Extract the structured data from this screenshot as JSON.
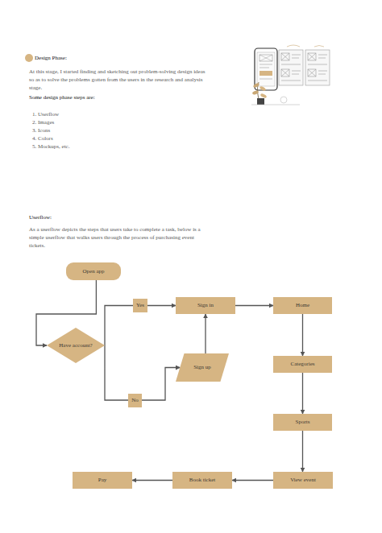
{
  "diagram": {
    "nodes": [
      {
        "text": [
          "Open app"
        ]
      },
      {
        "text": [
          "Have account?"
        ]
      },
      {
        "text": [
          "Sign in"
        ]
      },
      {
        "text": [
          "Sign up"
        ]
      },
      {
        "text": [
          "Home"
        ]
      },
      {
        "text": [
          "Categories"
        ]
      },
      {
        "text": [
          "Sports"
        ]
      },
      {
        "text": [
          "View event"
        ]
      },
      {
        "text": [
          "Book ticket"
        ]
      },
      {
        "text": [
          "Pay"
        ]
      }
    ],
    "edges": [
      {
        "from": 0,
        "to": 1,
        "arrow": "to"
      },
      {
        "from": 1,
        "to": 2,
        "label": "Yes",
        "arrow": "to"
      },
      {
        "from": 1,
        "to": 3,
        "label": "No",
        "arrow": "to"
      },
      {
        "from": 3,
        "to": 2,
        "arrow": "to"
      },
      {
        "from": 2,
        "to": 4,
        "arrow": "to"
      },
      {
        "from": 4,
        "to": 5,
        "arrow": "to"
      },
      {
        "from": 5,
        "to": 6,
        "arrow": "to"
      },
      {
        "from": 6,
        "to": 7,
        "arrow": "to"
      },
      {
        "from": 7,
        "to": 8,
        "arrow": "to"
      },
      {
        "from": 8,
        "to": 9,
        "arrow": "to"
      }
    ],
    "labels": [
      "Design Phase:",
      "At this stage, I started finding and sketching out problem-solving design ideas so as to solve the problems gotten from the users in the research and analysis stage.",
      "Some design phase steps are:",
      "1. Userflow",
      "2. Images",
      "3. Icons",
      "4. Colors",
      "5. Mockups, etc.",
      "Userflow:",
      "As a userflow depicts the steps that users take to complete a task, below is a simple userflow that walks users through the process of purchasing event tickets."
    ]
  }
}
